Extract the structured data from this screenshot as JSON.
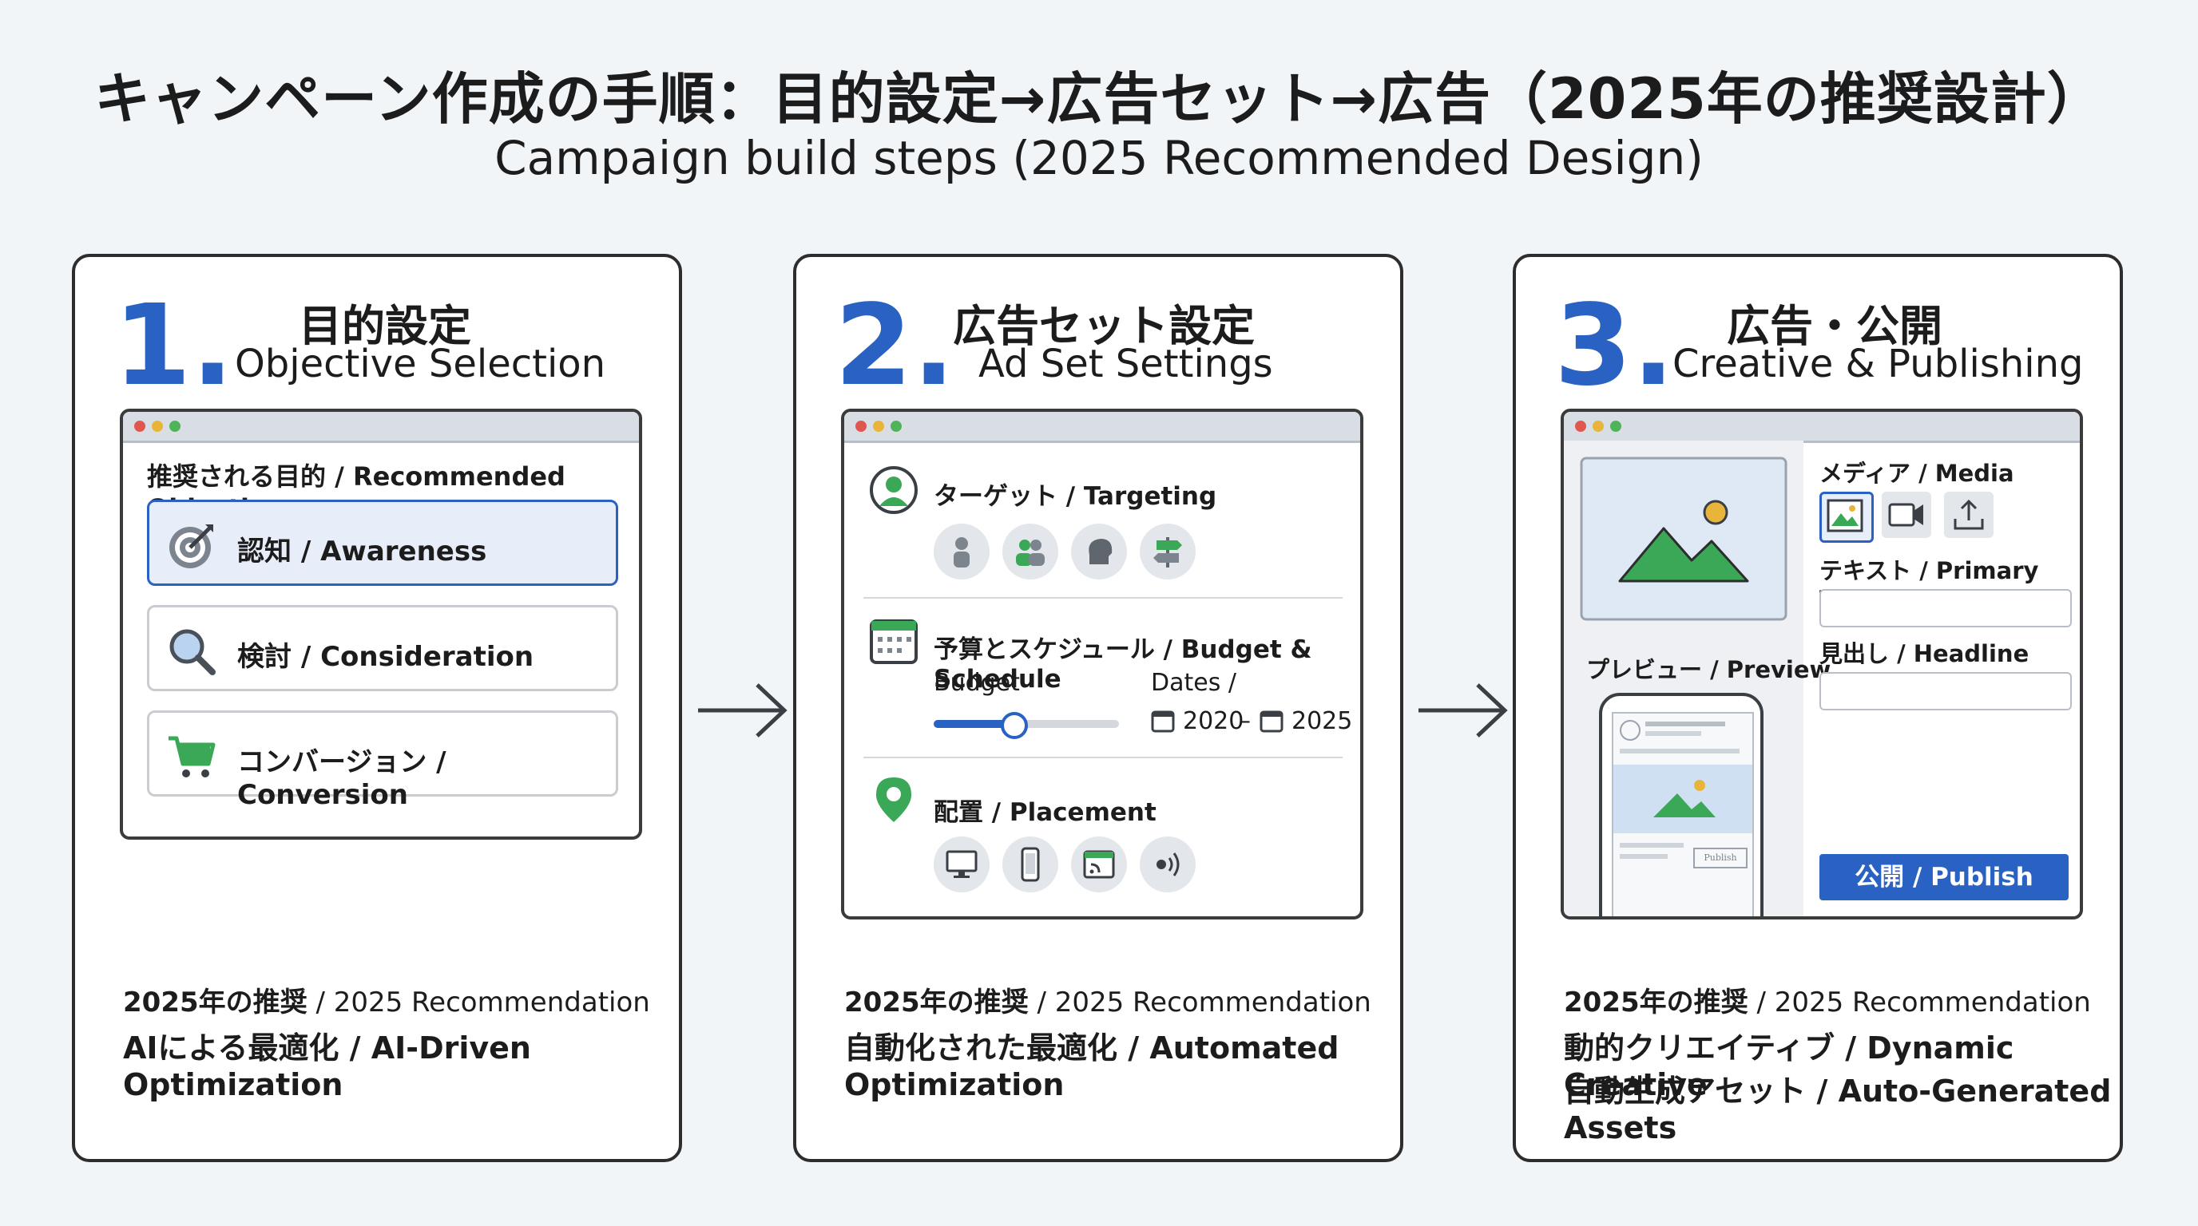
{
  "title_jp": "キャンペーン作成の手順：目的設定→広告セット→広告（2025年の推奨設計）",
  "title_en": "Campaign build steps (2025 Recommended Design)",
  "colors": {
    "accent": "#2a62c4",
    "green": "#3aa856",
    "light_blue": "#e7eef9"
  },
  "steps": [
    {
      "number": "1",
      "dot": ".",
      "title_jp": "目的設定",
      "title_en": "Objective Selection",
      "window": {
        "heading": "推奨される目的 / Recommended Objectives",
        "options": [
          {
            "label": "認知 / Awareness",
            "icon": "target-icon",
            "selected": true
          },
          {
            "label": "検討 / Consideration",
            "icon": "magnifier-icon",
            "selected": false
          },
          {
            "label": "コンバージョン / Conversion",
            "icon": "cart-icon",
            "selected": false
          }
        ]
      },
      "reco_label_jp": "2025年の推奨",
      "reco_label_sep": " / ",
      "reco_label_en": "2025 Recommendation",
      "reco_lines": [
        "AIによる最適化 / AI-Driven Optimization"
      ]
    },
    {
      "number": "2",
      "dot": ".",
      "title_jp": "広告セット設定",
      "title_en": "Ad Set Settings",
      "window": {
        "targeting_label": "ターゲット / Targeting",
        "targeting_icons": [
          "person-icon",
          "group-icon",
          "head-icon",
          "signpost-icon"
        ],
        "budget_schedule_label": "予算とスケジュール / Budget & Schedule",
        "budget_label": "Budget",
        "budget_level": 0.42,
        "dates_label": "Dates /",
        "date_start": "2020",
        "date_sep": "–",
        "date_end": "2025",
        "placement_label": "配置 / Placement",
        "placement_icons": [
          "desktop-icon",
          "mobile-icon",
          "feed-icon",
          "audio-icon"
        ]
      },
      "reco_label_jp": "2025年の推奨",
      "reco_label_sep": " / ",
      "reco_label_en": "2025 Recommendation",
      "reco_lines": [
        "自動化された最適化 / Automated Optimization"
      ]
    },
    {
      "number": "3",
      "dot": ".",
      "title_jp": "広告・公開",
      "title_en": "Creative & Publishing",
      "window": {
        "preview_label": "プレビュー / Preview",
        "media_label": "メディア / Media",
        "media_icons": [
          "image-icon",
          "video-icon",
          "upload-icon"
        ],
        "primary_text_label": "テキスト / Primary Text",
        "headline_label": "見出し / Headline",
        "publish_label": "公開 / Publish",
        "phone_publish_label": "Publish"
      },
      "reco_label_jp": "2025年の推奨",
      "reco_label_sep": " / ",
      "reco_label_en": "2025 Recommendation",
      "reco_lines": [
        "動的クリエイティブ / Dynamic Creative",
        "自動生成アセット / Auto-Generated Assets"
      ]
    }
  ]
}
